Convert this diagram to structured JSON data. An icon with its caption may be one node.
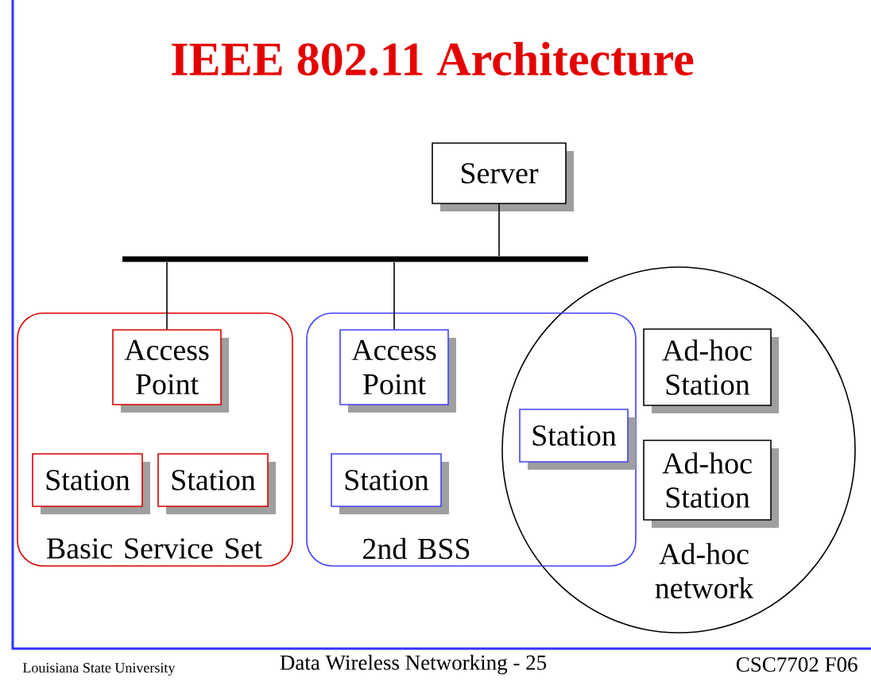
{
  "diagram": {
    "title": "IEEE 802.11 Architecture",
    "nodes": [
      {
        "text": [
          "Server"
        ]
      },
      {
        "text": [],
        "shape": "bar"
      },
      {
        "text": [
          "Basic Service Set"
        ]
      },
      {
        "text": [
          "Access Point"
        ],
        "in": 2
      },
      {
        "text": [
          "Station"
        ],
        "in": 2
      },
      {
        "text": [
          "Station"
        ],
        "in": 2
      },
      {
        "text": [
          "2nd BSS"
        ]
      },
      {
        "text": [
          "Access Point"
        ],
        "in": 6
      },
      {
        "text": [
          "Station"
        ],
        "in": 6
      },
      {
        "text": [
          "Station"
        ]
      },
      {
        "text": [
          "Ad-hoc network"
        ]
      },
      {
        "text": [
          "Ad-hoc Station"
        ],
        "in": 10
      },
      {
        "text": [
          "Ad-hoc Station"
        ],
        "in": 10
      }
    ],
    "edges": [
      {
        "from": 0,
        "to": 1,
        "arrow": "none"
      },
      {
        "from": 1,
        "to": 3,
        "arrow": "none"
      },
      {
        "from": 1,
        "to": 7,
        "arrow": "none"
      }
    ],
    "labels": [
      "Louisiana State University",
      "Data Wireless Networking - 25",
      "CSC7702 F06"
    ]
  }
}
